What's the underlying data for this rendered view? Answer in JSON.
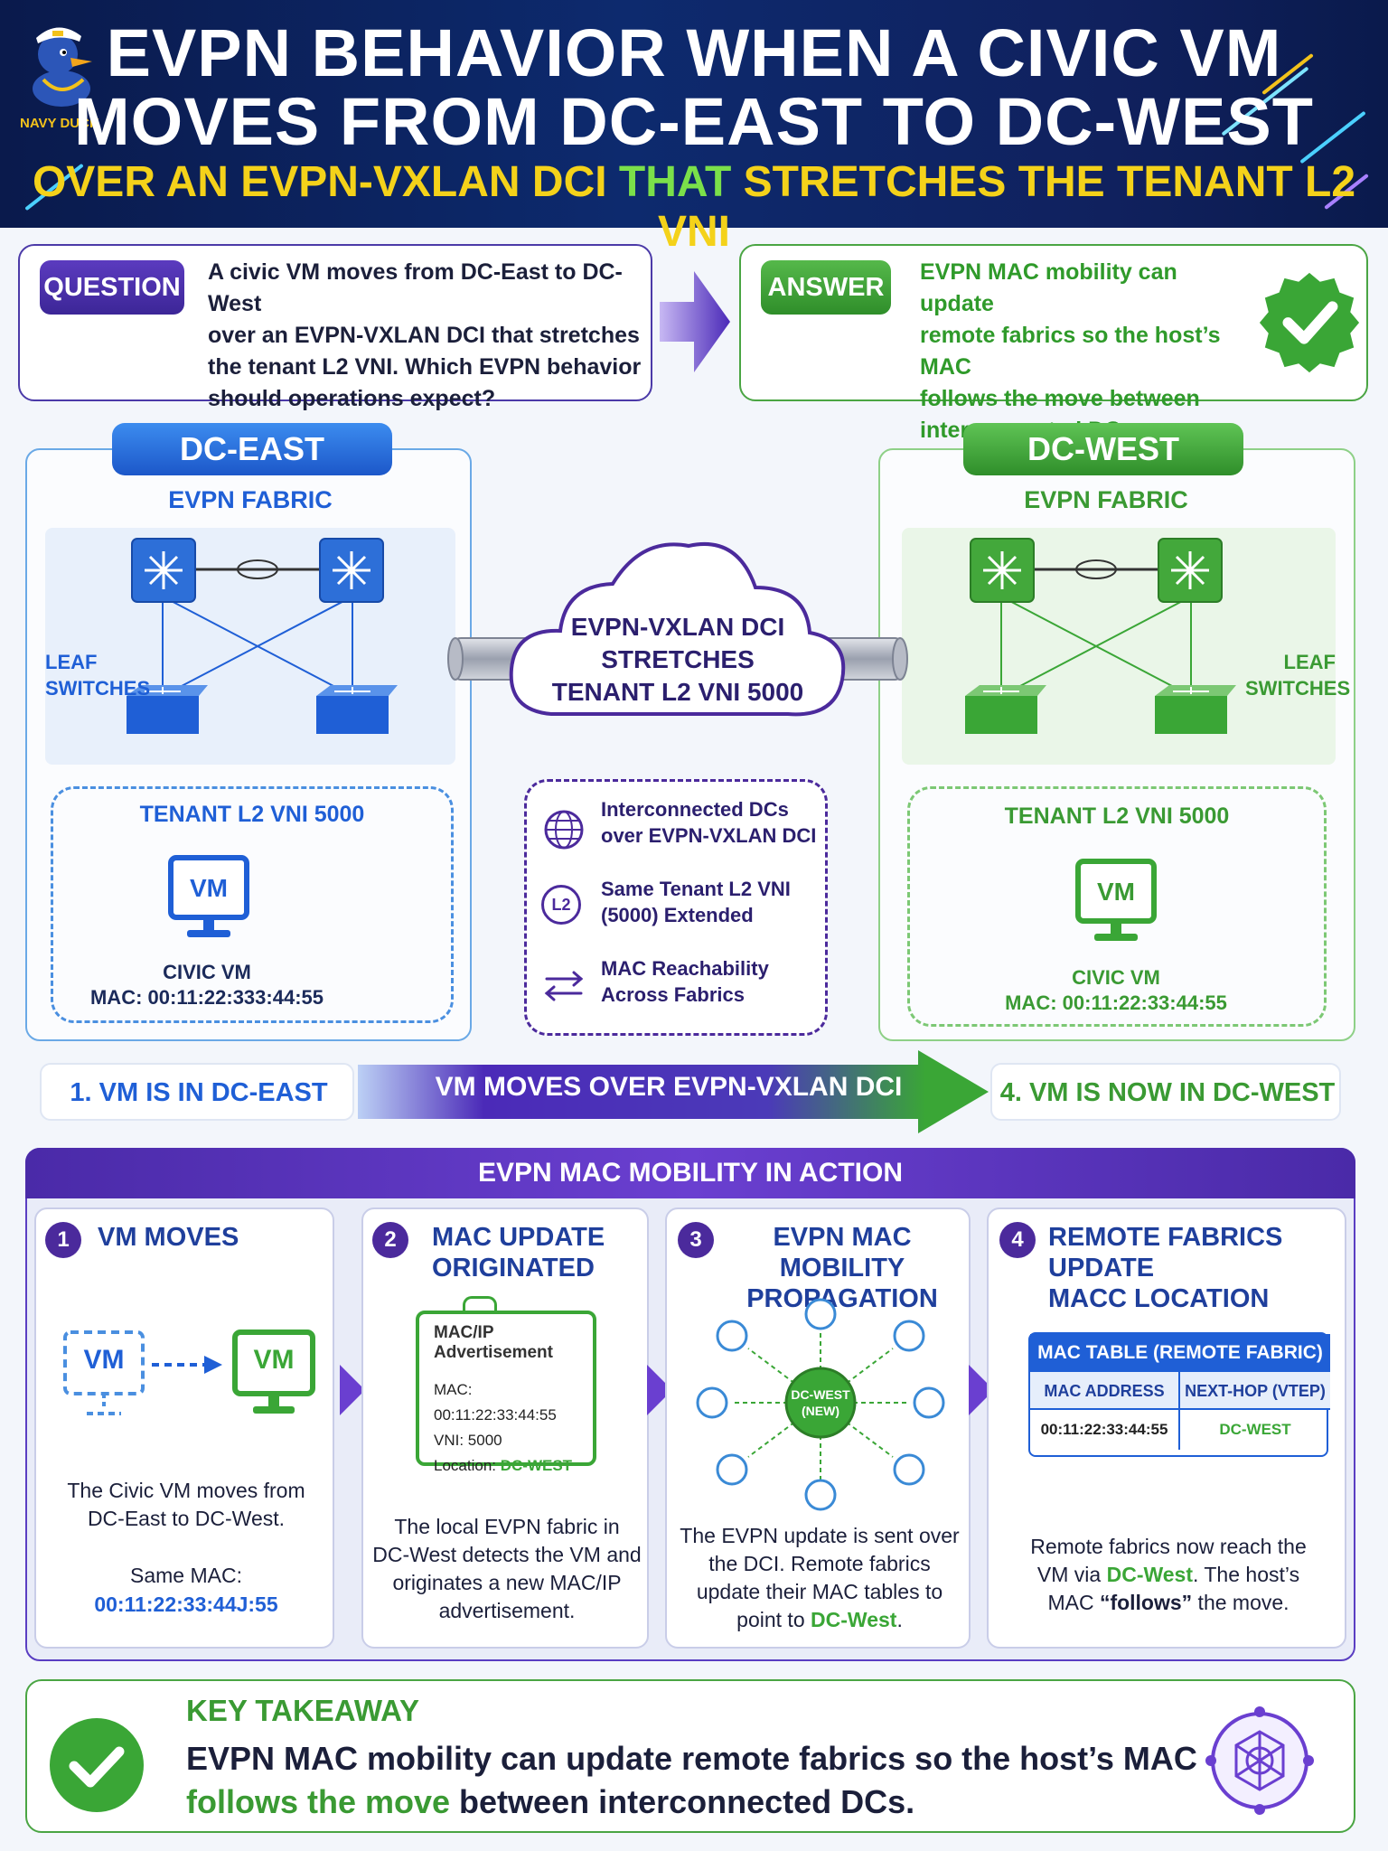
{
  "header": {
    "brand": "NAVY DUCK",
    "title_line1": "EVPN BEHAVIOR WHEN A CIVIC VM",
    "title_line2": "MOVES FROM DC-EAST TO DC-WEST",
    "subtitle_a": "OVER AN EVPN-VXLAN DCI ",
    "subtitle_b": "THAT",
    "subtitle_c": " STRETCHES THE TENANT L2 VNI"
  },
  "question": {
    "label": "QUESTION",
    "lines": [
      "A civic VM moves from DC-East to DC-West",
      "over an EVPN-VXLAN DCI that stretches",
      "the tenant L2 VNI. Which EVPN behavior",
      "should operations expect?"
    ]
  },
  "answer": {
    "label": "ANSWER",
    "lines": [
      "EVPN MAC mobility can update",
      "remote fabrics so the host’s MAC",
      "follows the move between",
      "interconnected DCs"
    ]
  },
  "dc_east": {
    "title": "DC-EAST",
    "fabric": "EVPN FABRIC",
    "leaf1": "LEAF",
    "leaf2": "SWITCHES",
    "tenant": "TENANT L2 VNI 5000",
    "vm": "VM",
    "vm_name": "CIVIC VM",
    "vm_mac": "MAC: 00:11:22:333:44:55"
  },
  "dc_west": {
    "title": "DC-WEST",
    "fabric": "EVPN FABRIC",
    "leaf1": "LEAF",
    "leaf2": "SWITCHES",
    "tenant": "TENANT L2 VNI 5000",
    "vm": "VM",
    "vm_name": "CIVIC VM",
    "vm_mac": "MAC: 00:11:22:33:44:55"
  },
  "dci": {
    "cloud_line1": "EVPN-VXLAN DCI",
    "cloud_line2": "STRETCHES",
    "cloud_line3": "TENANT L2 VNI 5000",
    "features": [
      {
        "icon": "globe-icon",
        "line1": "Interconnected DCs",
        "line2": "over EVPN-VXLAN DCI"
      },
      {
        "icon": "l2-icon",
        "badge": "L2",
        "line1": "Same Tenant L2 VNI",
        "line2": "(5000) Extended"
      },
      {
        "icon": "arrows-icon",
        "line1": "MAC Reachability",
        "line2": "Across Fabrics"
      }
    ]
  },
  "flow": {
    "start": "1. VM IS IN DC-EAST",
    "middle": "VM MOVES OVER EVPN-VXLAN DCI",
    "end": "4. VM IS NOW IN DC-WEST"
  },
  "mobility": {
    "banner": "EVPN MAC MOBILITY IN ACTION",
    "steps": [
      {
        "num": "1",
        "title1": "VM MOVES",
        "title2": "",
        "vm_a": "VM",
        "vm_b": "VM",
        "desc": [
          "The Civic VM moves from",
          "DC-East to DC-West."
        ],
        "mac_label": "Same MAC:",
        "mac": "00:11:22:33:44J:55"
      },
      {
        "num": "2",
        "title1": "MAC UPDATE",
        "title2": "ORIGINATED",
        "adv_title1": "MAC/IP",
        "adv_title2": "Advertisement",
        "adv_mac": "MAC: 00:11:22:33:44:55",
        "adv_vni": "VNI: 5000",
        "adv_loc_label": "Location: ",
        "adv_loc": "DC-WEST",
        "desc": [
          "The local EVPN fabric in",
          "DC-West detects the VM and",
          "originates a new MAC/IP",
          "advertisement."
        ]
      },
      {
        "num": "3",
        "title1": "EVPN MAC MOBILITY",
        "title2": "PROPAGATION",
        "hub1": "DC-WEST",
        "hub2": "(NEW)",
        "desc": [
          "The EVPN update is sent over",
          "the DCI. Remote fabrics",
          "update their MAC tables to"
        ],
        "desc_last_a": "point to ",
        "desc_last_b": "DC-West",
        "desc_last_c": "."
      },
      {
        "num": "4",
        "title1": "REMOTE FABRICS UPDATE",
        "title2": "MACC LOCATION",
        "table_title": "MAC TABLE (REMOTE FABRIC)",
        "col1": "MAC ADDRESS",
        "col2": "NEXT-HOP (VTEP)",
        "cell1": "00:11:22:33:44:55",
        "cell2": "DC-WEST",
        "desc1": "Remote fabrics now reach the",
        "desc2a": "VM via ",
        "desc2b": "DC-West",
        "desc2c": ". The host’s",
        "desc3a": "MAC ",
        "desc3b": "“follows”",
        "desc3c": " the move."
      }
    ]
  },
  "takeaway": {
    "label": "KEY TAKEAWAY",
    "line1": "EVPN MAC mobility can update remote fabrics so the host’s MAC",
    "line2a": "follows the move",
    "line2b": " between interconnected DCs."
  },
  "colors": {
    "blue": "#1f5fd6",
    "green": "#3aa636",
    "purple": "#4b2a9c",
    "navy": "#0d2a6e",
    "yellow": "#f4d21a"
  }
}
